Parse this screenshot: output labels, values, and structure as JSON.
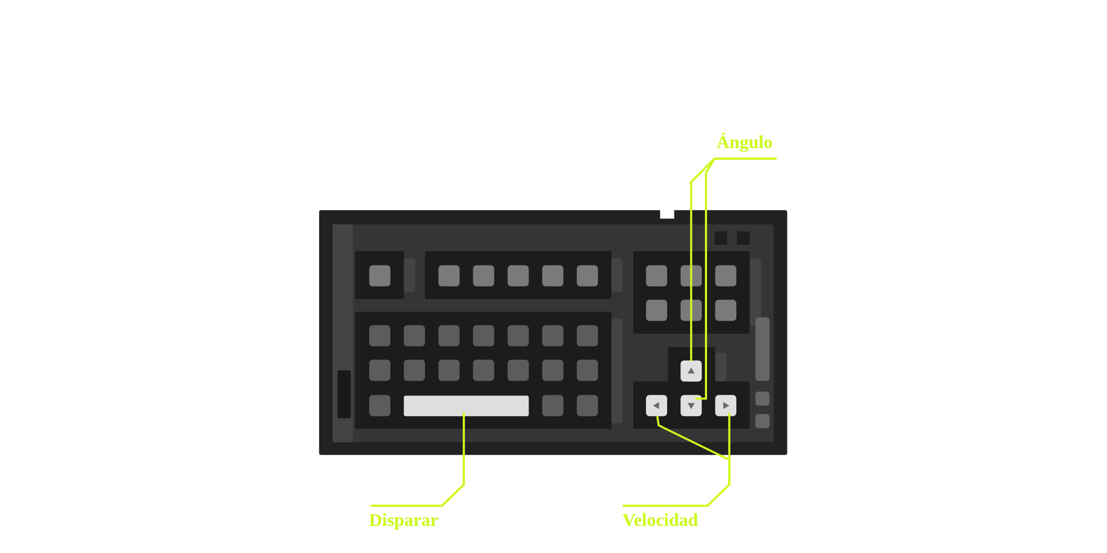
{
  "diagram": {
    "labels": [
      "Ángulo",
      "Disparar",
      "Velocidad"
    ]
  }
}
